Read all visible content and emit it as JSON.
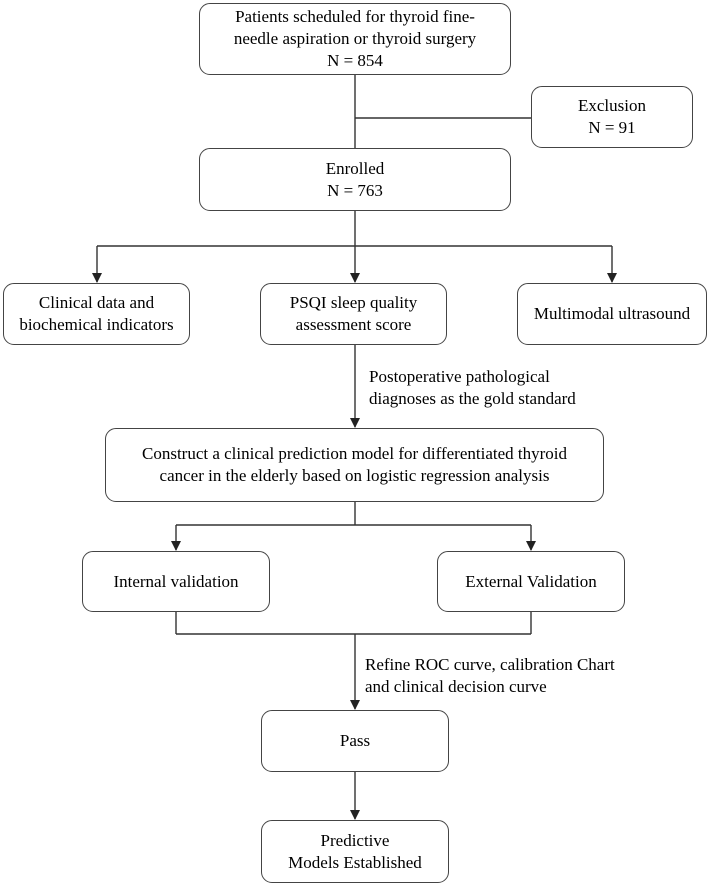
{
  "nodes": {
    "patients": {
      "line1": "Patients scheduled for thyroid fine-",
      "line2": "needle aspiration or thyroid surgery",
      "line3": "N = 854"
    },
    "exclusion": {
      "line1": "Exclusion",
      "line2": "N = 91"
    },
    "enrolled": {
      "line1": "Enrolled",
      "line2": "N = 763"
    },
    "clinical_data": {
      "line1": "Clinical data and",
      "line2": "biochemical indicators"
    },
    "psqi": {
      "line1": "PSQI sleep quality",
      "line2": "assessment score"
    },
    "ultrasound": {
      "line1": "Multimodal ultrasound"
    },
    "construct_model": {
      "line1": "Construct a clinical prediction model for differentiated thyroid",
      "line2": "cancer in the elderly based on logistic regression analysis"
    },
    "internal_validation": {
      "line1": "Internal validation"
    },
    "external_validation": {
      "line1": "External Validation"
    },
    "pass": {
      "line1": "Pass"
    },
    "established": {
      "line1": "Predictive",
      "line2": "Models Established"
    }
  },
  "edge_labels": {
    "gold_standard": {
      "line1": "Postoperative pathological",
      "line2": "diagnoses as the gold standard"
    },
    "refine": {
      "line1": "Refine ROC curve, calibration Chart",
      "line2": "and clinical decision curve"
    }
  },
  "colors": {
    "stroke": "#444444",
    "text": "#000000",
    "background": "#ffffff"
  }
}
